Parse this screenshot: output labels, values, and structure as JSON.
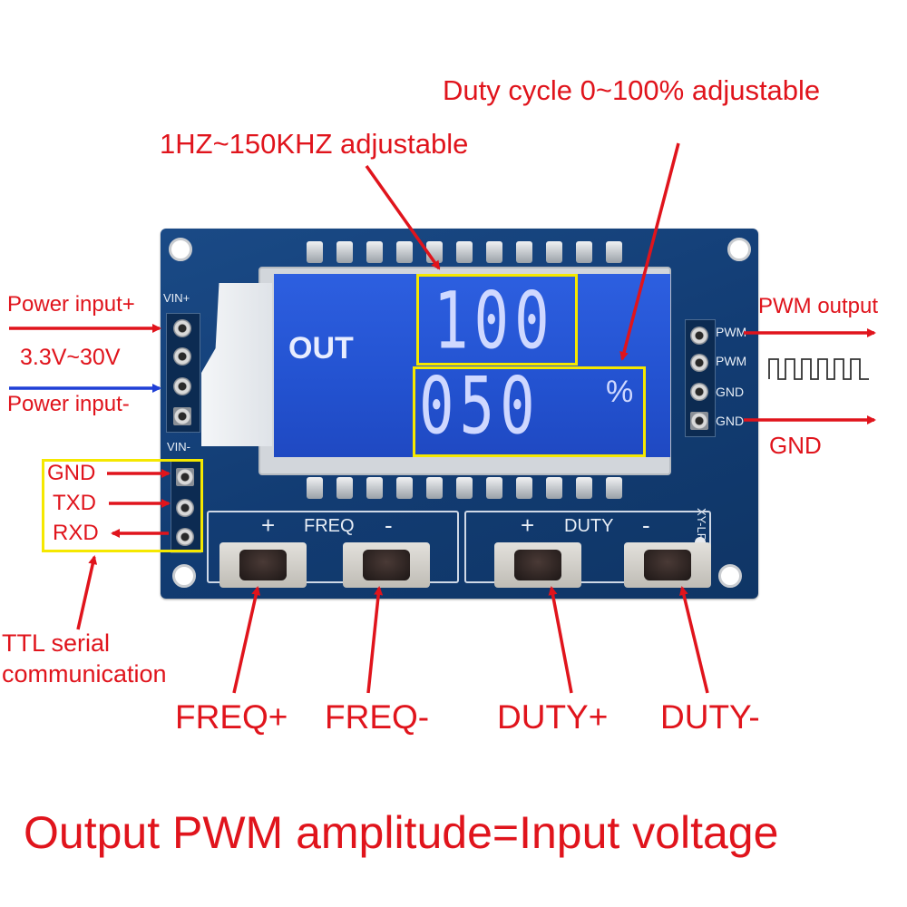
{
  "annotations": {
    "duty_range": "Duty cycle 0~100% adjustable",
    "freq_range": "1HZ~150KHZ adjustable",
    "power_in_plus": "Power input+",
    "voltage_range": "3.3V~30V",
    "power_in_minus": "Power input-",
    "pwm_output": "PWM output",
    "gnd_output": "GND",
    "ttl_serial_line1": "TTL serial",
    "ttl_serial_line2": "communication",
    "serial_gnd": "GND",
    "serial_txd": "TXD",
    "serial_rxd": "RXD",
    "freq_plus": "FREQ+",
    "freq_minus": "FREQ-",
    "duty_plus": "DUTY+",
    "duty_minus": "DUTY-",
    "footer": "Output PWM amplitude=Input voltage"
  },
  "board": {
    "vin_plus_label": "VIN+",
    "vin_minus_label": "VIN-",
    "freq_section": "FREQ",
    "duty_section": "DUTY",
    "plus_sign": "+",
    "minus_sign": "-",
    "model": "XY-LPWM",
    "right_pins": [
      "PWM",
      "PWM",
      "GND",
      "GND"
    ]
  },
  "lcd": {
    "mode_label": "OUT",
    "frequency_digits": "100",
    "duty_digits": "050",
    "percent_sign": "%"
  },
  "colors": {
    "annotation": "#e0141c",
    "power_minus_arrow": "#1f3fd6",
    "highlight_box": "#f5e800",
    "pcb": "#123c73",
    "lcd_background": "#2352d0"
  }
}
